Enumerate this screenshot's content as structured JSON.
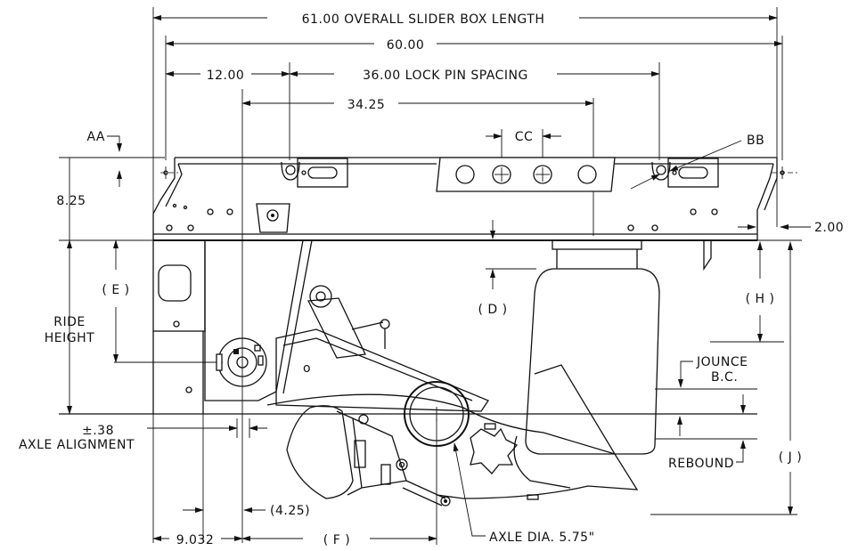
{
  "dimensions": {
    "overall_length": "61.00 OVERALL SLIDER BOX LENGTH",
    "sixty": "60.00",
    "twelve": "12.00",
    "lock_pin": "36.00 LOCK PIN SPACING",
    "thirty_four": "34.25",
    "aa": "AA",
    "cc": "CC",
    "bb": "BB",
    "eight_25": "8.25",
    "two_00": "2.00",
    "e": "( E )",
    "d": "( D )",
    "h": "( H )",
    "ride": "RIDE",
    "height": "HEIGHT",
    "jounce": "JOUNCE",
    "bc": "B.C.",
    "rebound": "REBOUND",
    "j": "( J )",
    "plusminus": "±.38",
    "axle_alignment": "AXLE ALIGNMENT",
    "four_25": "(4.25)",
    "nine_032": "9.032",
    "f": "( F )",
    "axle_dia": "AXLE DIA. 5.75\""
  }
}
